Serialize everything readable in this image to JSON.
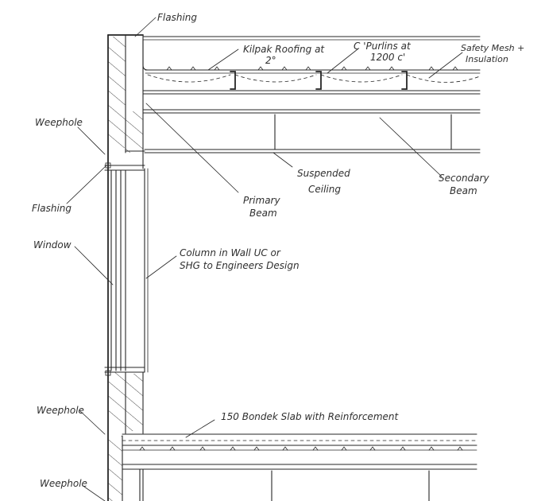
{
  "colors": {
    "ink": "#262626",
    "paper": "#ffffff",
    "text": "#2f2f2f"
  },
  "labels": {
    "flashing_top": "Flashing",
    "kilpak": [
      "Kilpak Roofing at",
      "2°"
    ],
    "purlins": [
      "C 'Purlins at",
      "1200 c'"
    ],
    "safety_mesh": [
      "Safety Mesh +",
      "Insulation"
    ],
    "weephole_upper": "Weephole",
    "flashing_side": "Flashing",
    "window": "Window",
    "primary_beam": [
      "Primary",
      "Beam"
    ],
    "suspended_ceiling": [
      "Suspended",
      "Ceiling"
    ],
    "secondary_beam": [
      "Secondary",
      "Beam"
    ],
    "column": [
      "Column in Wall UC or",
      "SHG to Engineers Design"
    ],
    "weephole_lower": "Weephole",
    "slab": "150 Bondek Slab with Reinforcement",
    "weephole_bottom": "Weephole"
  }
}
